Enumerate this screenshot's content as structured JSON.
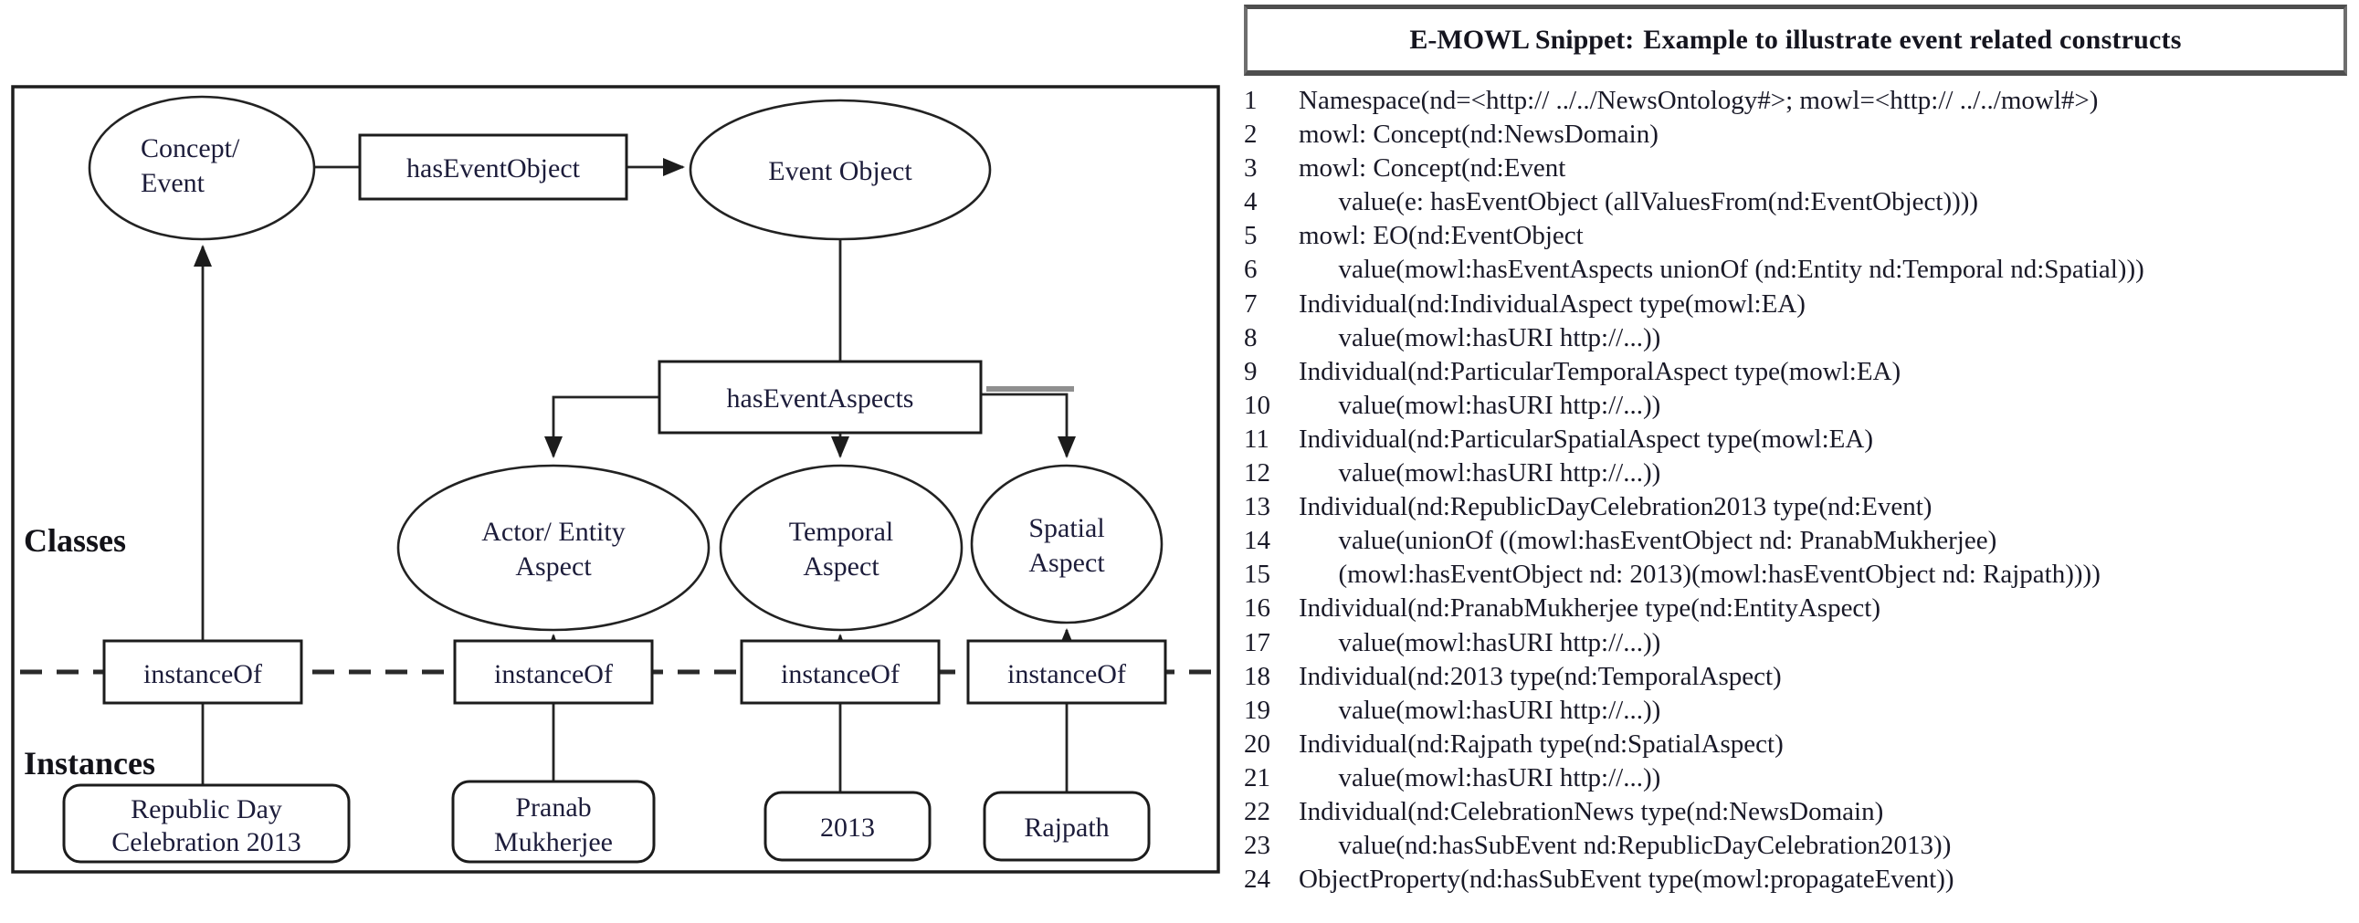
{
  "colors": {
    "background": "#ffffff",
    "diagram_text": "#1c1c3a",
    "line_color": "#242424",
    "code_text": "#191927",
    "header_rule": "#4e4e4e"
  },
  "diagram": {
    "labels": {
      "classes": "Classes",
      "instances": "Instances"
    },
    "nodes": {
      "concept_event": {
        "lines": [
          "Concept/",
          "Event"
        ]
      },
      "has_event_object": {
        "label": "hasEventObject"
      },
      "event_object": {
        "label": "Event Object"
      },
      "has_event_aspects": {
        "label": "hasEventAspects"
      },
      "actor_entity": {
        "lines": [
          "Actor/ Entity",
          "Aspect"
        ]
      },
      "temporal": {
        "lines": [
          "Temporal",
          "Aspect"
        ]
      },
      "spatial": {
        "lines": [
          "Spatial",
          "Aspect"
        ]
      },
      "instance_of_1": {
        "label": "instanceOf"
      },
      "instance_of_2": {
        "label": "instanceOf"
      },
      "instance_of_3": {
        "label": "instanceOf"
      },
      "instance_of_4": {
        "label": "instanceOf"
      },
      "republic_day": {
        "lines": [
          "Republic Day",
          "Celebration 2013"
        ]
      },
      "pranab": {
        "lines": [
          "Pranab",
          "Mukherjee"
        ]
      },
      "year2013": {
        "label": "2013"
      },
      "rajpath": {
        "label": "Rajpath"
      }
    }
  },
  "snippet": {
    "title_label": "E-MOWL Snippet:",
    "title_rest": "Example to illustrate event related constructs",
    "lines": [
      {
        "num": "1",
        "text": "Namespace(nd=<http:// ../../NewsOntology#>; mowl=<http:// ../../mowl#>)"
      },
      {
        "num": "2",
        "text": "mowl: Concept(nd:NewsDomain)"
      },
      {
        "num": "3",
        "text": "mowl: Concept(nd:Event"
      },
      {
        "num": "4",
        "text": "      value(e: hasEventObject (allValuesFrom(nd:EventObject))))"
      },
      {
        "num": "5",
        "text": "mowl: EO(nd:EventObject"
      },
      {
        "num": "6",
        "text": "      value(mowl:hasEventAspects unionOf (nd:Entity nd:Temporal nd:Spatial)))"
      },
      {
        "num": "7",
        "text": "Individual(nd:IndividualAspect type(mowl:EA)"
      },
      {
        "num": "8",
        "text": "      value(mowl:hasURI http://...))"
      },
      {
        "num": "9",
        "text": "Individual(nd:ParticularTemporalAspect type(mowl:EA)"
      },
      {
        "num": "10",
        "text": "      value(mowl:hasURI http://...))"
      },
      {
        "num": "11",
        "text": "Individual(nd:ParticularSpatialAspect type(mowl:EA)"
      },
      {
        "num": "12",
        "text": "      value(mowl:hasURI http://...))"
      },
      {
        "num": "13",
        "text": "Individual(nd:RepublicDayCelebration2013 type(nd:Event)"
      },
      {
        "num": "14",
        "text": "      value(unionOf ((mowl:hasEventObject nd: PranabMukherjee)"
      },
      {
        "num": "15",
        "text": "      (mowl:hasEventObject nd: 2013)(mowl:hasEventObject nd: Rajpath))))"
      },
      {
        "num": "16",
        "text": "Individual(nd:PranabMukherjee type(nd:EntityAspect)"
      },
      {
        "num": "17",
        "text": "      value(mowl:hasURI http://...))"
      },
      {
        "num": "18",
        "text": "Individual(nd:2013 type(nd:TemporalAspect)"
      },
      {
        "num": "19",
        "text": "      value(mowl:hasURI http://...))"
      },
      {
        "num": "20",
        "text": "Individual(nd:Rajpath type(nd:SpatialAspect)"
      },
      {
        "num": "21",
        "text": "      value(mowl:hasURI http://...))"
      },
      {
        "num": "22",
        "text": "Individual(nd:CelebrationNews type(nd:NewsDomain)"
      },
      {
        "num": "23",
        "text": "      value(nd:hasSubEvent nd:RepublicDayCelebration2013))"
      },
      {
        "num": "24",
        "text": "ObjectProperty(nd:hasSubEvent type(mowl:propagateEvent))"
      }
    ]
  }
}
